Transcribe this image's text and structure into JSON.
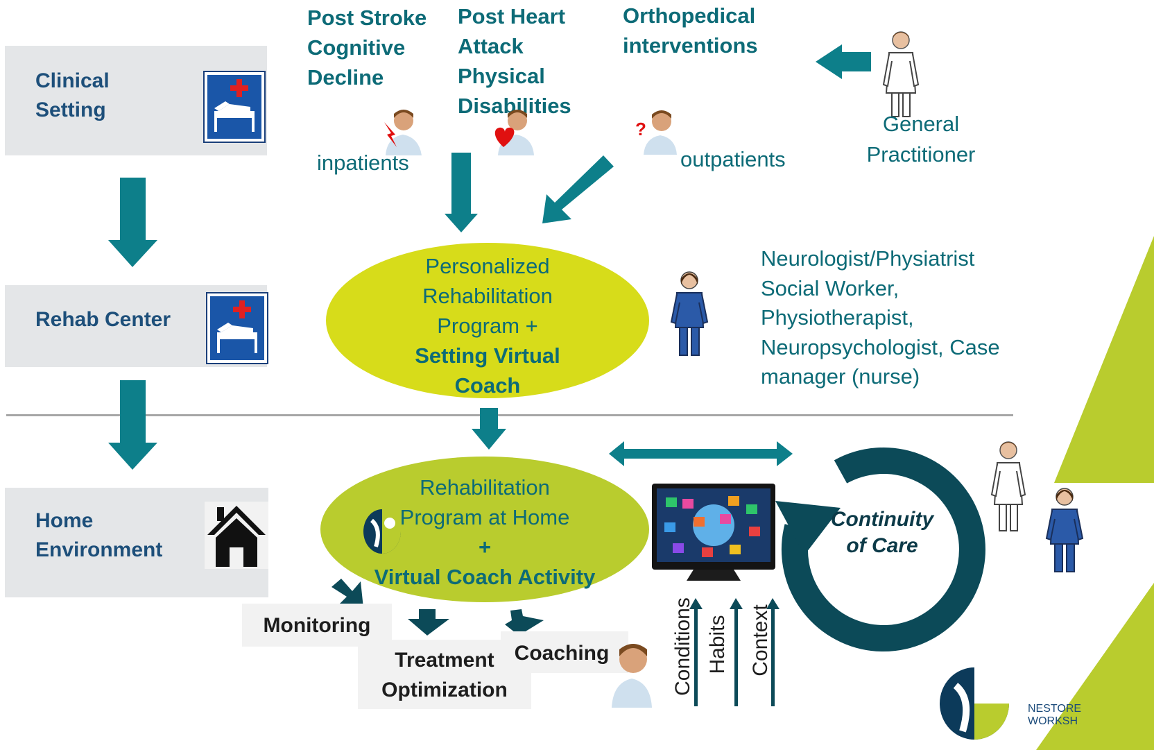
{
  "settings": {
    "clinical": "Clinical\nSetting",
    "rehab": "Rehab Center",
    "home": "Home\nEnvironment"
  },
  "conditions": {
    "stroke": "Post Stroke\nCognitive\nDecline",
    "heart": "Post Heart\nAttack\nPhysical\nDisabilities",
    "ortho": "Orthopedical\ninterventions"
  },
  "patients": {
    "inpatients": "inpatients",
    "outpatients": "outpatients",
    "question_mark": "?"
  },
  "gp": "General\nPractitioner",
  "personalized": {
    "line1": "Personalized",
    "line2": "Rehabilitation",
    "line3": "Program +",
    "line4": "Setting Virtual",
    "line5": "Coach"
  },
  "team": "Neurologist/Physiatrist\nSocial Worker,\nPhysiotherapist,\nNeuropsychologist, Case\nmanager (nurse)",
  "home_program": {
    "line1": "Rehabilitation",
    "line2": "Program at Home",
    "plus": "+",
    "line3": "Virtual Coach Activity"
  },
  "outputs": {
    "monitoring": "Monitoring",
    "treatment": "Treatment\nOptimization",
    "coaching": "Coaching"
  },
  "inputs": [
    "Conditions",
    "Habits",
    "Context"
  ],
  "continuity": "Continuity\nof Care",
  "footer": {
    "line1": "NESTORE",
    "line2": "WORKSH"
  },
  "colors": {
    "teal": "#0d7f8a",
    "dark_teal": "#0c4a58",
    "ellipse": "#d7dc1a",
    "ellipse2": "#b9cc2e",
    "box": "#e4e6e8"
  }
}
